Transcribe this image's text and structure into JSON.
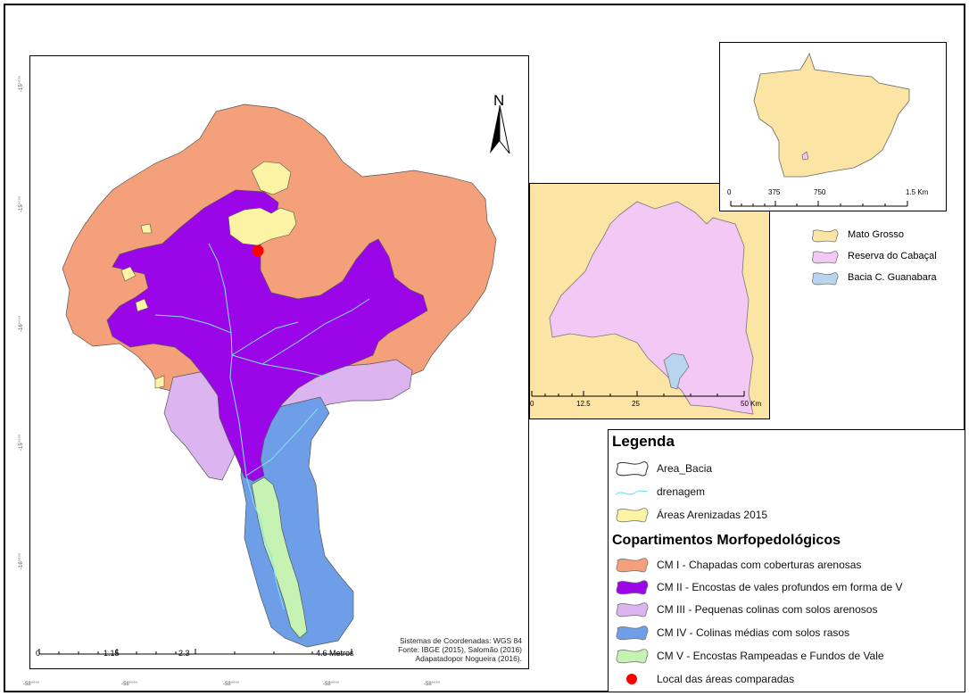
{
  "main_map": {
    "lat_labels": [
      "-15°°°°",
      "-15°°°°",
      "-16°°°°",
      "-15°°°°",
      "-16°°°°"
    ],
    "lon_labels": [
      "-58°°°°",
      "-58°°°°",
      "-58°°°°",
      "-58°°°°",
      "-58°°°°"
    ],
    "north_letter": "N",
    "scale": {
      "labels": [
        "0",
        "1.15",
        "2.3",
        "4.6 Metros"
      ]
    },
    "credits": [
      "Sistemas de Coordenadas: WGS 84",
      "Fonte: IBGE (2015), Salomão (2016)",
      "Adapatadopor Nogueira (2016)."
    ]
  },
  "inset_cabacal": {
    "scale_labels": [
      "0",
      "12.5",
      "25",
      "50 Km"
    ]
  },
  "inset_mt": {
    "scale_labels": [
      "0",
      "375",
      "750",
      "1.5 Km"
    ]
  },
  "mini_legend": {
    "items": [
      {
        "label": "Mato Grosso",
        "color": "#fce4a4"
      },
      {
        "label": "Reserva do Cabaçal",
        "color": "#f4c8f4"
      },
      {
        "label": "Bacia C. Guanabara",
        "color": "#b9d4ee"
      }
    ]
  },
  "legend": {
    "title": "Legenda",
    "items_top": [
      {
        "label": "Area_Bacia",
        "type": "outline"
      },
      {
        "label": "drenagem",
        "type": "line",
        "color": "#7fe3ef"
      },
      {
        "label": "Áreas Arenizadas 2015",
        "type": "fill",
        "color": "#fcf3a4"
      }
    ],
    "subtitle": "Copartimentos Morfopedológicos",
    "items_bottom": [
      {
        "label": "CM I - Chapadas com coberturas arenosas",
        "color": "#f4a07a"
      },
      {
        "label": "CM II - Encostas de vales profundos em forma de V",
        "color": "#9b06e8"
      },
      {
        "label": "CM III - Pequenas colinas com solos arenosos",
        "color": "#dcb4f0"
      },
      {
        "label": "CM IV - Colinas médias com solos rasos",
        "color": "#6e9ee8"
      },
      {
        "label": "CM V - Encostas Rampeadas e Fundos de Vale",
        "color": "#c6f2b4"
      }
    ],
    "point_item": {
      "label": "Local das áreas comparadas",
      "color": "#ff0000"
    }
  }
}
